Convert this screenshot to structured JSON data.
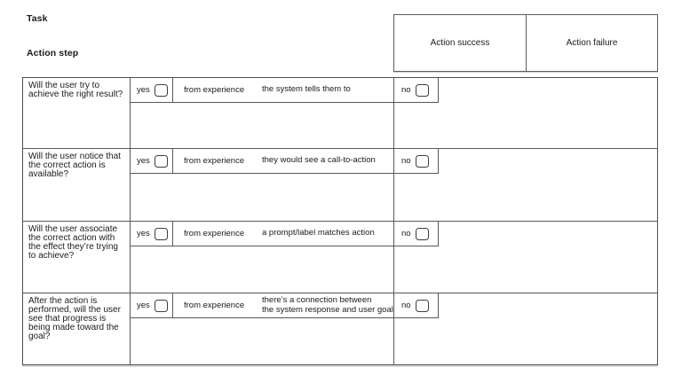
{
  "labels": {
    "task": "Task",
    "action_step": "Action step"
  },
  "header": {
    "columns": [
      "Action success",
      "Action failure"
    ]
  },
  "colors": {
    "table_border": "#585858",
    "header_border": "#5c5c5c",
    "text": "#1b1b1b",
    "background": "#ffffff"
  },
  "rows": [
    {
      "question": "Will the user try to achieve the right result?",
      "yes_label": "yes",
      "yes_checked": false,
      "source": "from experience",
      "hint": "the system tells them to",
      "no_label": "no",
      "no_checked": false
    },
    {
      "question": "Will the user notice that the correct action is available?",
      "yes_label": "yes",
      "yes_checked": false,
      "source": "from experience",
      "hint": "they would see a call-to-action",
      "no_label": "no",
      "no_checked": false
    },
    {
      "question": "Will the user associate the correct action with the effect they’re trying to achieve?",
      "yes_label": "yes",
      "yes_checked": false,
      "source": "from experience",
      "hint": "a prompt/label matches action",
      "no_label": "no",
      "no_checked": false
    },
    {
      "question": "After the action is performed, will the user see that progress is being made toward the goal?",
      "yes_label": "yes",
      "yes_checked": false,
      "source": "from experience",
      "hint": "there’s a connection between\nthe system response and user goal",
      "no_label": "no",
      "no_checked": false
    }
  ]
}
